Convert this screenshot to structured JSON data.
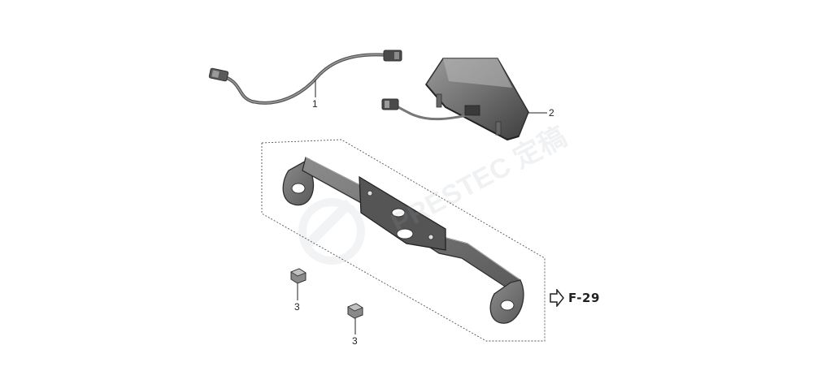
{
  "parts": [
    {
      "callout": "1",
      "icon": "wire-harness-icon"
    },
    {
      "callout": "2",
      "icon": "tail-light-icon"
    },
    {
      "callout": "3",
      "icon": "nut-icon"
    },
    {
      "callout": "3",
      "icon": "nut-icon"
    }
  ],
  "reference": {
    "label": "F-29",
    "icon": "outline-arrow-right-icon"
  },
  "watermark": "PRESTEC 定稿",
  "colors": {
    "line": "#333333",
    "part_dark": "#4a4a4a",
    "part_mid": "#8a8a8a",
    "part_light": "#c8c8c8",
    "leader": "#222222"
  }
}
